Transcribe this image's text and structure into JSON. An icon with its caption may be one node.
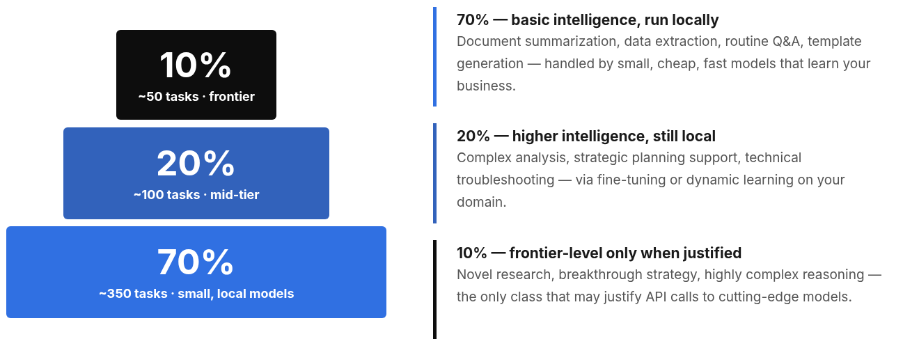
{
  "diagram": {
    "nodes": [
      {
        "text": [
          "10%",
          "~50 tasks · frontier"
        ]
      },
      {
        "text": [
          "20%",
          "~100 tasks · mid-tier"
        ]
      },
      {
        "text": [
          "70%",
          "~350 tasks · small, local models"
        ]
      },
      {
        "text": [
          "70% — basic intelligence, run locally",
          "Document summarization, data extraction, routine Q&A, template generation — handled by small, cheap, fast models that learn your business."
        ]
      },
      {
        "text": [
          "20% — higher intelligence, still local",
          "Complex analysis, strategic planning support, technical troubleshooting — via fine-tuning or dynamic learning on your domain."
        ]
      },
      {
        "text": [
          "10% — frontier-level only when justified",
          "Novel research, breakthrough strategy, highly complex reasoning — the only class that may justify API calls to cutting-edge models."
        ]
      }
    ]
  }
}
